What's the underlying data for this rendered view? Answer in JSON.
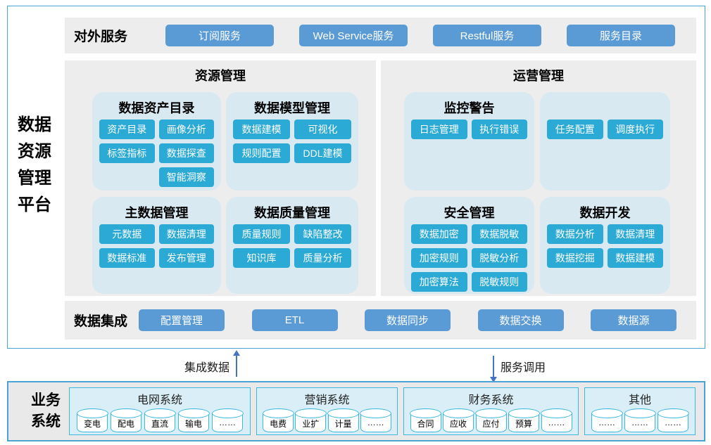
{
  "colors": {
    "service_button": "#5b9bd5",
    "module_chip": "#2baad5",
    "panel_bg": "#d8e9f2",
    "section_bg": "#ededed",
    "cyan_border": "#3cb7e0",
    "outer_border": "#4ba3d3",
    "arrow": "#4472c4"
  },
  "platform": {
    "label_lines": [
      "数据",
      "资源",
      "管理",
      "平台"
    ],
    "external": {
      "label": "对外服务",
      "buttons": [
        "订阅服务",
        "Web Service服务",
        "Restful服务",
        "服务目录"
      ]
    },
    "resource": {
      "title": "资源管理",
      "asset_catalog": {
        "title": "数据资产目录",
        "buttons": [
          "资产目录",
          "画像分析",
          "标签指标",
          "数据探查",
          "智能洞察"
        ]
      },
      "model_mgmt": {
        "title": "数据模型管理",
        "buttons": [
          "数据建模",
          "可视化",
          "规则配置",
          "DDL建模"
        ]
      },
      "master_data": {
        "title": "主数据管理",
        "buttons": [
          "元数据",
          "数据清理",
          "数据标准",
          "发布管理"
        ]
      },
      "quality_mgmt": {
        "title": "数据质量管理",
        "buttons": [
          "质量规则",
          "缺陷整改",
          "知识库",
          "质量分析"
        ]
      }
    },
    "operations": {
      "title": "运营管理",
      "monitoring": {
        "title": "监控警告",
        "buttons": [
          "日志管理",
          "执行错误"
        ]
      },
      "scheduling": {
        "title": "",
        "buttons": [
          "任务配置",
          "调度执行"
        ]
      },
      "security": {
        "title": "安全管理",
        "buttons": [
          "数据加密",
          "数据脱敏",
          "加密规则",
          "脱敏分析",
          "加密算法",
          "脱敏规则"
        ]
      },
      "development": {
        "title": "数据开发",
        "buttons": [
          "数据分析",
          "数据清理",
          "数据挖掘",
          "数据建模"
        ]
      }
    },
    "integration": {
      "label": "数据集成",
      "buttons": [
        "配置管理",
        "ETL",
        "数据同步",
        "数据交换",
        "数据源"
      ]
    }
  },
  "flows": {
    "up_label": "集成数据",
    "down_label": "服务调用"
  },
  "business": {
    "label_lines": [
      "业务",
      "系统"
    ],
    "systems": [
      {
        "title": "电网系统",
        "databases": [
          "变电",
          "配电",
          "直流",
          "输电",
          "……"
        ]
      },
      {
        "title": "营销系统",
        "databases": [
          "电费",
          "业扩",
          "计量",
          "……"
        ]
      },
      {
        "title": "财务系统",
        "databases": [
          "合同",
          "应收",
          "应付",
          "预算",
          "……"
        ]
      },
      {
        "title": "其他",
        "databases": [
          "……",
          "……",
          "……"
        ]
      }
    ]
  }
}
